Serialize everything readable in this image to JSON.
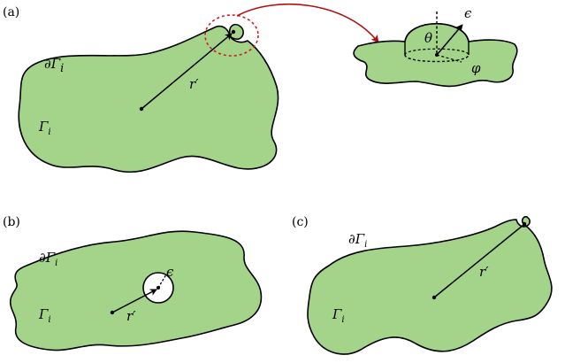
{
  "panels": {
    "a": {
      "tag": "(a)",
      "boundary_label": "∂Γ",
      "boundary_sub": "i",
      "domain_label": "Γ",
      "domain_sub": "i",
      "radius_label": "r′",
      "inset": {
        "theta": "θ",
        "epsilon": "ϵ",
        "phi": "φ"
      },
      "arrow_color": "#b01010",
      "circle_color": "#cc2020"
    },
    "b": {
      "tag": "(b)",
      "boundary_label": "∂Γ",
      "boundary_sub": "i",
      "domain_label": "Γ",
      "domain_sub": "i",
      "radius_label": "r′",
      "epsilon": "ϵ"
    },
    "c": {
      "tag": "(c)",
      "boundary_label": "∂Γ",
      "boundary_sub": "i",
      "domain_label": "Γ",
      "domain_sub": "i",
      "radius_label": "r′"
    }
  },
  "colors": {
    "fill": "#a3d48a",
    "stroke": "#000000"
  }
}
